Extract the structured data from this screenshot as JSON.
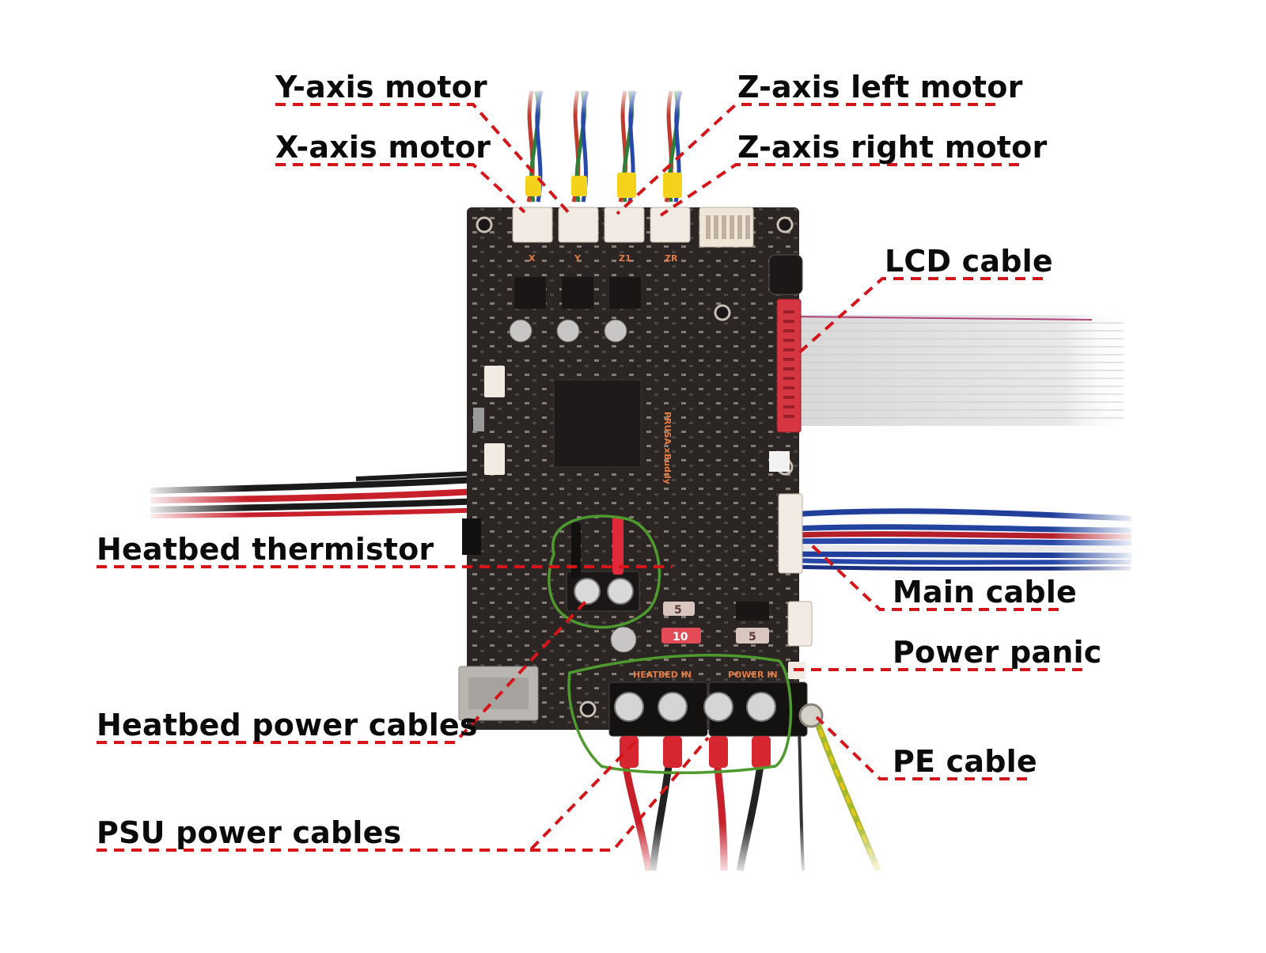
{
  "diagram": {
    "labels": {
      "y_axis_motor": "Y-axis motor",
      "x_axis_motor": "X-axis motor",
      "z_axis_left_motor": "Z-axis left motor",
      "z_axis_right_motor": "Z-axis right motor",
      "lcd_cable": "LCD cable",
      "heatbed_thermistor": "Heatbed thermistor",
      "main_cable": "Main cable",
      "power_panic": "Power panic",
      "heatbed_power_cables": "Heatbed power cables",
      "pe_cable": "PE cable",
      "psu_power_cables": "PSU power cables"
    },
    "board_markings": {
      "connector_x": "X",
      "connector_y": "Y",
      "connector_z1": "Z1",
      "connector_zr": "ZR",
      "board_name": "PRUSA xBuddy",
      "fuse_5a": "5",
      "fuse_10a": "10",
      "fuse_5b": "5",
      "heatbed_in": "HEATBED IN",
      "power_in": "POWER IN"
    },
    "colors": {
      "leader_line": "#d4161b",
      "highlight": "#4f9a2f",
      "pcb": "#2b2624",
      "connector": "#f1ebe3"
    }
  }
}
